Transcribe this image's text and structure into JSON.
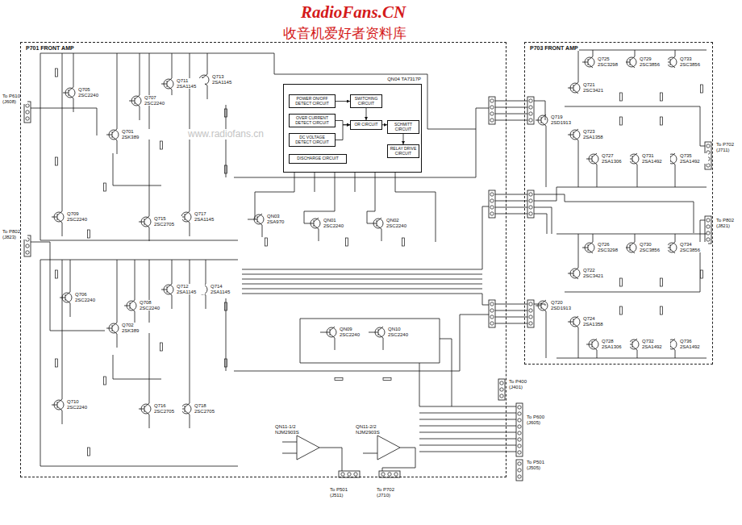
{
  "diagram": {
    "nodes": [
      {
        "text": [
          "P701 FRONT AMP"
        ]
      },
      {
        "text": [
          "QN04 TA7317P"
        ],
        "in": 0
      },
      {
        "text": [
          "POWER ON/OFF DETECT CIRCUIT"
        ],
        "in": 1
      },
      {
        "text": [
          "OVER CURRENT DETECT CIRCUIT"
        ],
        "in": 1
      },
      {
        "text": [
          "DC VOLTAGE DETECT CIRCUIT"
        ],
        "in": 1
      },
      {
        "text": [
          "DISCHARGE CIRCUIT"
        ],
        "in": 1
      },
      {
        "text": [
          "SWITCHING CIRCUIT"
        ],
        "in": 1
      },
      {
        "text": [
          "OR CIRCUIT"
        ],
        "in": 1
      },
      {
        "text": [
          "SCHMITT CIRCUIT"
        ],
        "in": 1
      },
      {
        "text": [
          "RELAY DRIVE CIRCUIT"
        ],
        "in": 1
      },
      {
        "text": [
          "P703 FRONT AMP"
        ]
      }
    ],
    "edges": [
      {
        "from": 2,
        "to": 6,
        "arrow": "to"
      },
      {
        "from": 3,
        "to": 7,
        "arrow": "to"
      },
      {
        "from": 4,
        "to": 7,
        "arrow": "to"
      },
      {
        "from": 6,
        "to": 7,
        "arrow": "to"
      },
      {
        "from": 7,
        "to": 8,
        "arrow": "to"
      },
      {
        "from": 8,
        "to": 9,
        "arrow": "to"
      }
    ],
    "labels": [
      "RadioFans.CN",
      "收音机爱好者资料库",
      "www.radiofans.cn",
      "Q705 2SC2240",
      "Q707 2SC2240",
      "Q711 2SA1145",
      "Q713 2SA1145",
      "Q701 2SK389",
      "Q709 2SC2240",
      "Q715 2SC2705",
      "Q717 2SA1145",
      "Q706 2SC2240",
      "Q708 2SC2240",
      "Q712 2SA1145",
      "Q714 2SA1145",
      "Q702 2SK389",
      "Q710 2SC2240",
      "Q716 2SC2705",
      "Q718 2SC2705",
      "QN03 2SA970",
      "QN01 2SC2240",
      "QN02 2SC2240",
      "QN09 2SC2240",
      "QN10 2SC2240",
      "QN11-1/2 NJM2903S",
      "QN11-2/2 NJM2903S",
      "Q725 2SC3298",
      "Q729 2SC3856",
      "Q733 2SC3856",
      "Q721 2SC3421",
      "Q719 2SD1913",
      "Q723 2SA1358",
      "Q727 2SA1306",
      "Q731 2SA1492",
      "Q735 2SA1492",
      "Q726 2SC3298",
      "Q730 2SC3856",
      "Q734 2SC3856",
      "Q722 2SC3421",
      "Q720 2SD1913",
      "Q724 2SA1358",
      "Q728 2SA1306",
      "Q732 2SA1492",
      "Q736 2SA1492",
      "To P610 (J608)",
      "To P802 (J823)",
      "To P702 (J711)",
      "To P802 (J821)",
      "To P400 (J401)",
      "To P600 (J605)",
      "To P501 (J505)",
      "To P501 (J511)",
      "To P702 (J710)"
    ]
  }
}
